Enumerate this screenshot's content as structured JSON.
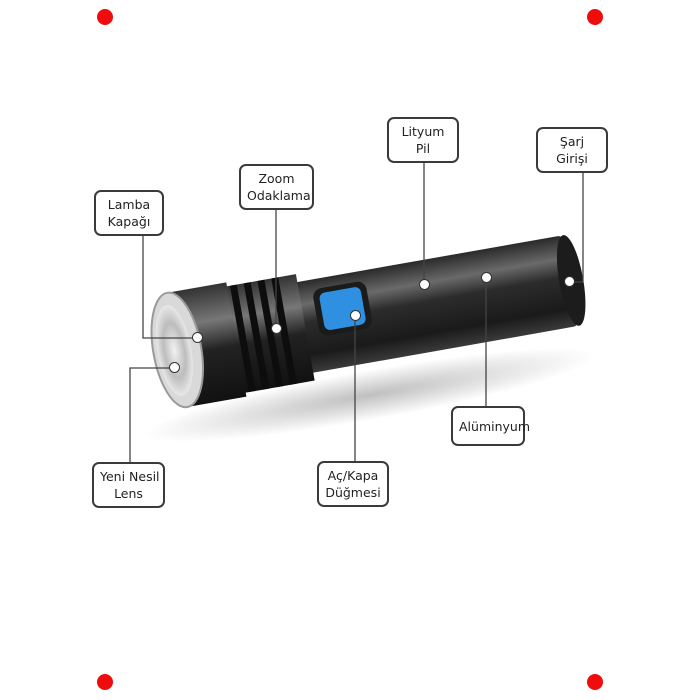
{
  "diagram": {
    "subject": "flashlight",
    "accent_color": "#2f8fe0",
    "corner_dot_color": "#f00c0c",
    "labels": [
      {
        "id": "lamba-kapagi",
        "lines": [
          "Lamba",
          "Kapağı"
        ]
      },
      {
        "id": "zoom-odaklama",
        "lines": [
          "Zoom",
          "Odaklama"
        ]
      },
      {
        "id": "lityum-pil",
        "lines": [
          "Lityum",
          "Pil"
        ]
      },
      {
        "id": "sarj-girisi",
        "lines": [
          "Şarj",
          "Girişi"
        ]
      },
      {
        "id": "yeni-nesil-lens",
        "lines": [
          "Yeni Nesil",
          "Lens"
        ]
      },
      {
        "id": "ac-kapa-dugmesi",
        "lines": [
          "Aç/Kapa",
          "Düğmesi"
        ]
      },
      {
        "id": "aluminyum",
        "lines": [
          "Alüminyum"
        ]
      }
    ]
  }
}
